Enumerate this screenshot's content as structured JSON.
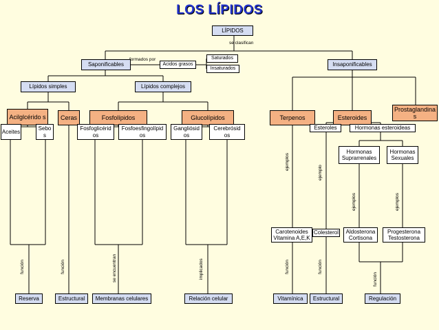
{
  "title": "LOS LÍPIDOS",
  "nodes": {
    "root": "LÍPIDOS",
    "saponificables": "Saponificables",
    "insaponificables": "Insaponificables",
    "acidos_grasos": "Acidos grasos",
    "saturados": "Saturados",
    "insaturados": "Insaturados",
    "lipidos_simples": "Lípidos simples",
    "lipidos_complejos": "Lípidos complejos",
    "acilgliceridos": "Acilglcérido s",
    "ceras": "Ceras",
    "fosfolipidos": "Fosfolípidos",
    "glucolipidos": "Glucolípidos",
    "terpenos": "Terpenos",
    "esteroides": "Esteroides",
    "prostaglandinas": "Prostaglandina s",
    "aceites": "Aceites",
    "sebos": "Sebo s",
    "fosfogliceridos": "Fosfoglicérid os",
    "fosfoesfingolipidos": "Fosfoesfingolípid os",
    "gangliosidos": "Gangliósid os",
    "cerebrosidos": "Cerebrósid os",
    "esteroles": "Esteroles",
    "hormonas_esteroideas": "Hormonas esteroideas",
    "hormonas_suprarrenales": "Hormonas Suprarrenales",
    "hormonas_sexuales": "Hormonas Sexuales",
    "carotenoides": "Carotenoides Vitamina A,E,K",
    "colesterol": "Colesterol",
    "aldosterona": "Aldosterona Cortisona",
    "progesterona": "Progesterona Testosterona",
    "reserva": "Reserva",
    "estructural_1": "Estructural",
    "membranas": "Membranas celulares",
    "relacion": "Relación celular",
    "vitaminica": "Vitamínica",
    "estructural_2": "Estructural",
    "regulacion": "Regulación"
  },
  "edge_labels": {
    "se_clasifican": "se clasifican",
    "formados_por": "formados por",
    "funcion": "función",
    "se_encuentran": "se encuentran",
    "implicados": "implicados",
    "ejemplos": "ejemplos",
    "ejemplo": "ejemplo"
  }
}
